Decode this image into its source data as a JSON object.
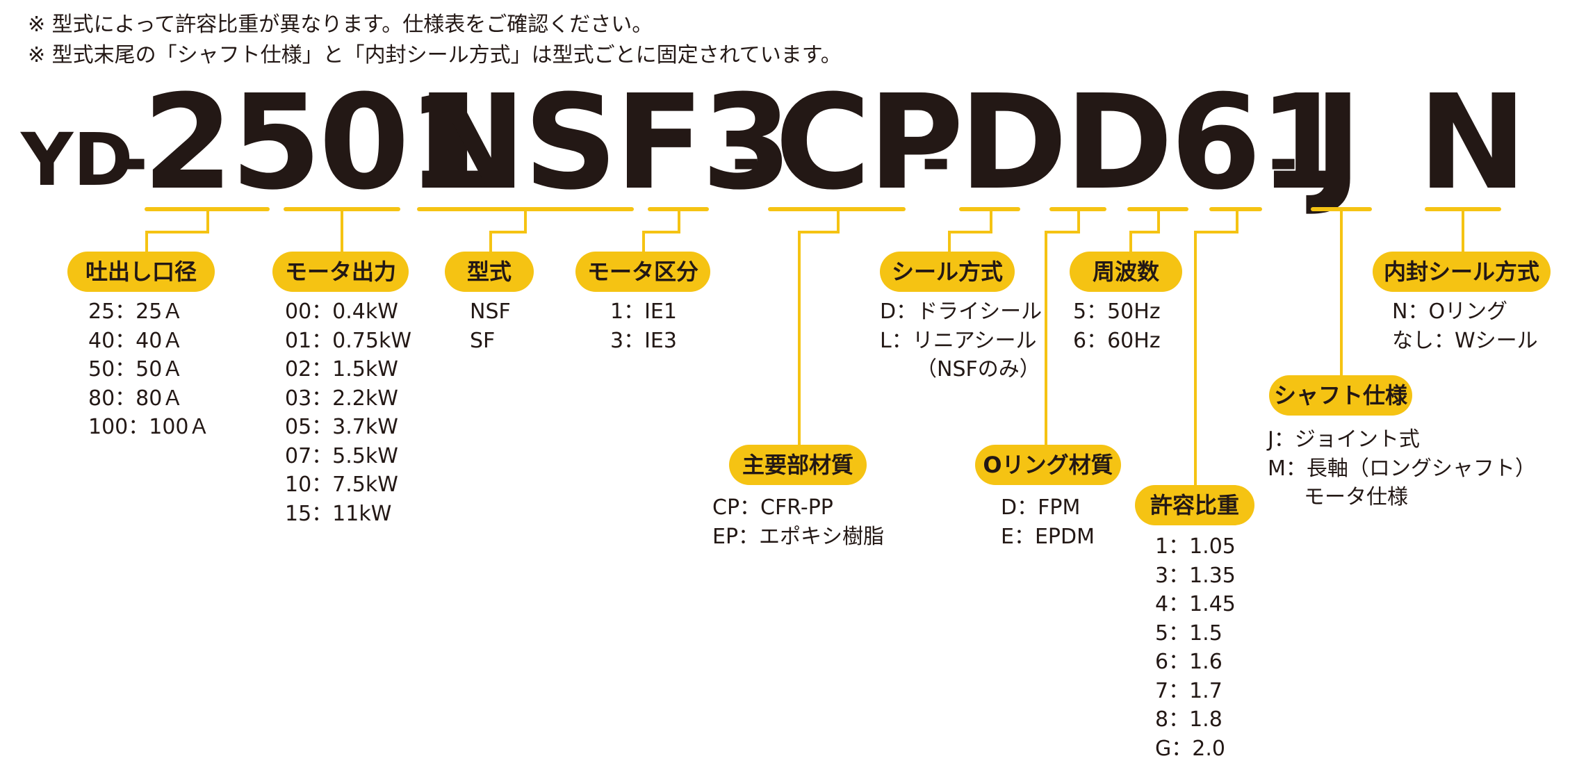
{
  "notes": [
    "※ 型式によって許容比重が異なります。仕様表をご確認ください。",
    "※ 型式末尾の「シャフト仕様」と「内封シール方式」は型式ごとに固定されています。"
  ],
  "model_code": {
    "prefix": "YD",
    "dash": "-",
    "seg_2501": "2501",
    "seg_nsf3": "NSF3",
    "seg_cp": "CP",
    "seg_dd61": "DD61",
    "seg_j": "J",
    "seg_n": "N"
  },
  "fields": {
    "discharge_bore": {
      "label": "吐出し口径",
      "options": [
        "25：25Ａ",
        "40：40Ａ",
        "50：50Ａ",
        "80：80Ａ",
        "100：100Ａ"
      ]
    },
    "motor_output": {
      "label": "モータ出力",
      "options": [
        "00：0.4kW",
        "01：0.75kW",
        "02：1.5kW",
        "03：2.2kW",
        "05：3.7kW",
        "07：5.5kW",
        "10：7.5kW",
        "15：11kW"
      ]
    },
    "model_type": {
      "label": "型式",
      "options": [
        "NSF",
        "SF"
      ]
    },
    "motor_class": {
      "label": "モータ区分",
      "options": [
        "1：IE1",
        "3：IE3"
      ]
    },
    "main_material": {
      "label": "主要部材質",
      "options": [
        "CP：CFR-PP",
        "EP：エポキシ樹脂"
      ]
    },
    "seal_type": {
      "label": "シール方式",
      "options": [
        "D：ドライシール",
        "L：リニアシール",
        "（NSFのみ）"
      ]
    },
    "oring_material": {
      "label": "Oリング材質",
      "options": [
        "D：FPM",
        "E：EPDM"
      ]
    },
    "frequency": {
      "label": "周波数",
      "options": [
        "5：50Hz",
        "6：60Hz"
      ]
    },
    "specific_gravity": {
      "label": "許容比重",
      "options": [
        "1：1.05",
        "3：1.35",
        "4：1.45",
        "5：1.5",
        "6：1.6",
        "7：1.7",
        "8：1.8",
        "G：2.0"
      ]
    },
    "shaft_spec": {
      "label": "シャフト仕様",
      "options": [
        "J：ジョイント式",
        "M：長軸（ロングシャフト）",
        "モータ仕様"
      ]
    },
    "inner_seal": {
      "label": "内封シール方式",
      "options": [
        "N：Oリング",
        "なし：Wシール"
      ]
    }
  },
  "colors": {
    "accent": "#f5c313",
    "text": "#231815"
  }
}
